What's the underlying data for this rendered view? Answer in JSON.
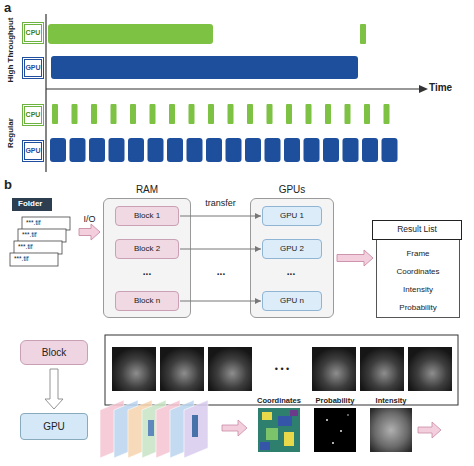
{
  "diagram": {
    "nodes": [
      {
        "text": [
          "CPU"
        ]
      },
      {
        "text": [
          "GPU"
        ]
      },
      {
        "text": [
          "CPU"
        ]
      },
      {
        "text": [
          "GPU"
        ]
      },
      {
        "text": [
          "Folder"
        ]
      },
      {
        "text": [
          "RAM"
        ]
      },
      {
        "text": [
          "Block 1"
        ],
        "in": 5
      },
      {
        "text": [
          "Block 2"
        ],
        "in": 5
      },
      {
        "text": [
          "Block n"
        ],
        "in": 5
      },
      {
        "text": [
          "GPUs"
        ]
      },
      {
        "text": [
          "GPU 1"
        ],
        "in": 9
      },
      {
        "text": [
          "GPU 2"
        ],
        "in": 9
      },
      {
        "text": [
          "GPU n"
        ],
        "in": 9
      },
      {
        "text": [
          "Frame",
          "Coordinates",
          "Intensity",
          "Probability"
        ]
      },
      {
        "text": [
          "Result List"
        ],
        "in": 13
      },
      {
        "text": [
          "Block"
        ]
      },
      {
        "text": [
          "GPU"
        ]
      }
    ],
    "edges": [
      {
        "from": 4,
        "to": 5,
        "label": "I/O",
        "arrow": "to"
      },
      {
        "from": 6,
        "to": 10,
        "label": "transfer",
        "arrow": "to"
      },
      {
        "from": 7,
        "to": 11,
        "arrow": "to"
      },
      {
        "from": 8,
        "to": 12,
        "arrow": "to"
      },
      {
        "from": 9,
        "to": 13,
        "arrow": "to"
      },
      {
        "from": 15,
        "to": 16,
        "arrow": "to"
      }
    ],
    "labels": [
      "a",
      "High Throughput",
      "Regular",
      "Time",
      "b",
      "***.tif",
      "***.tif",
      "***.tif",
      "***.tif",
      "...",
      "...",
      "...",
      "• • •",
      "Coordinates",
      "Probability",
      "Intensity"
    ]
  }
}
